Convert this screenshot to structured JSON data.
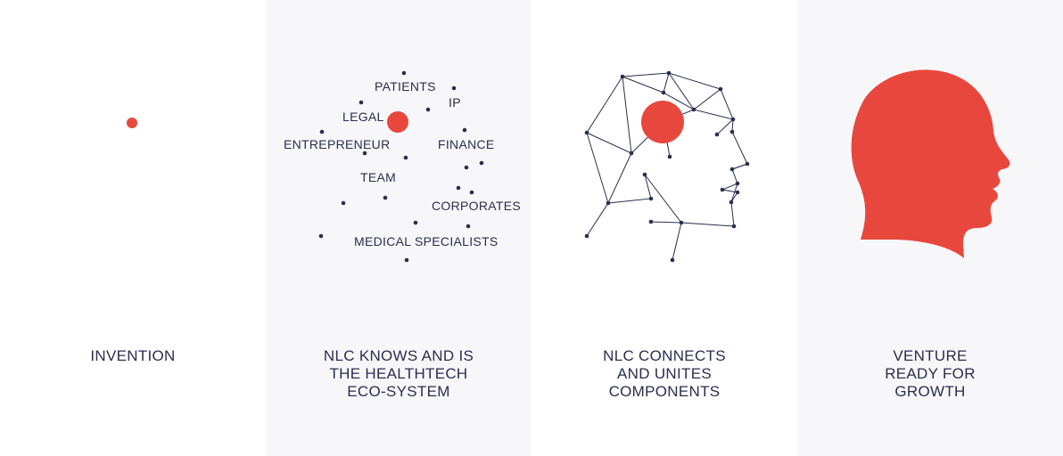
{
  "colors": {
    "accent": "#e8473d",
    "ink": "#2b2d4e",
    "panel_shade": "#f7f7fa"
  },
  "panels": [
    {
      "caption": [
        "INVENTION"
      ]
    },
    {
      "caption": [
        "NLC KNOWS AND IS",
        "THE HEALTHTECH",
        "ECO-SYSTEM"
      ],
      "labels": {
        "patients": "PATIENTS",
        "ip": "IP",
        "legal": "LEGAL",
        "entrepreneur": "ENTREPRENEUR",
        "finance": "FINANCE",
        "team": "TEAM",
        "corporates": "CORPORATES",
        "medical_specialists": "MEDICAL SPECIALISTS"
      }
    },
    {
      "caption": [
        "NLC CONNECTS",
        "AND UNITES",
        "COMPONENTS"
      ]
    },
    {
      "caption": [
        "VENTURE",
        "READY FOR",
        "GROWTH"
      ]
    }
  ]
}
